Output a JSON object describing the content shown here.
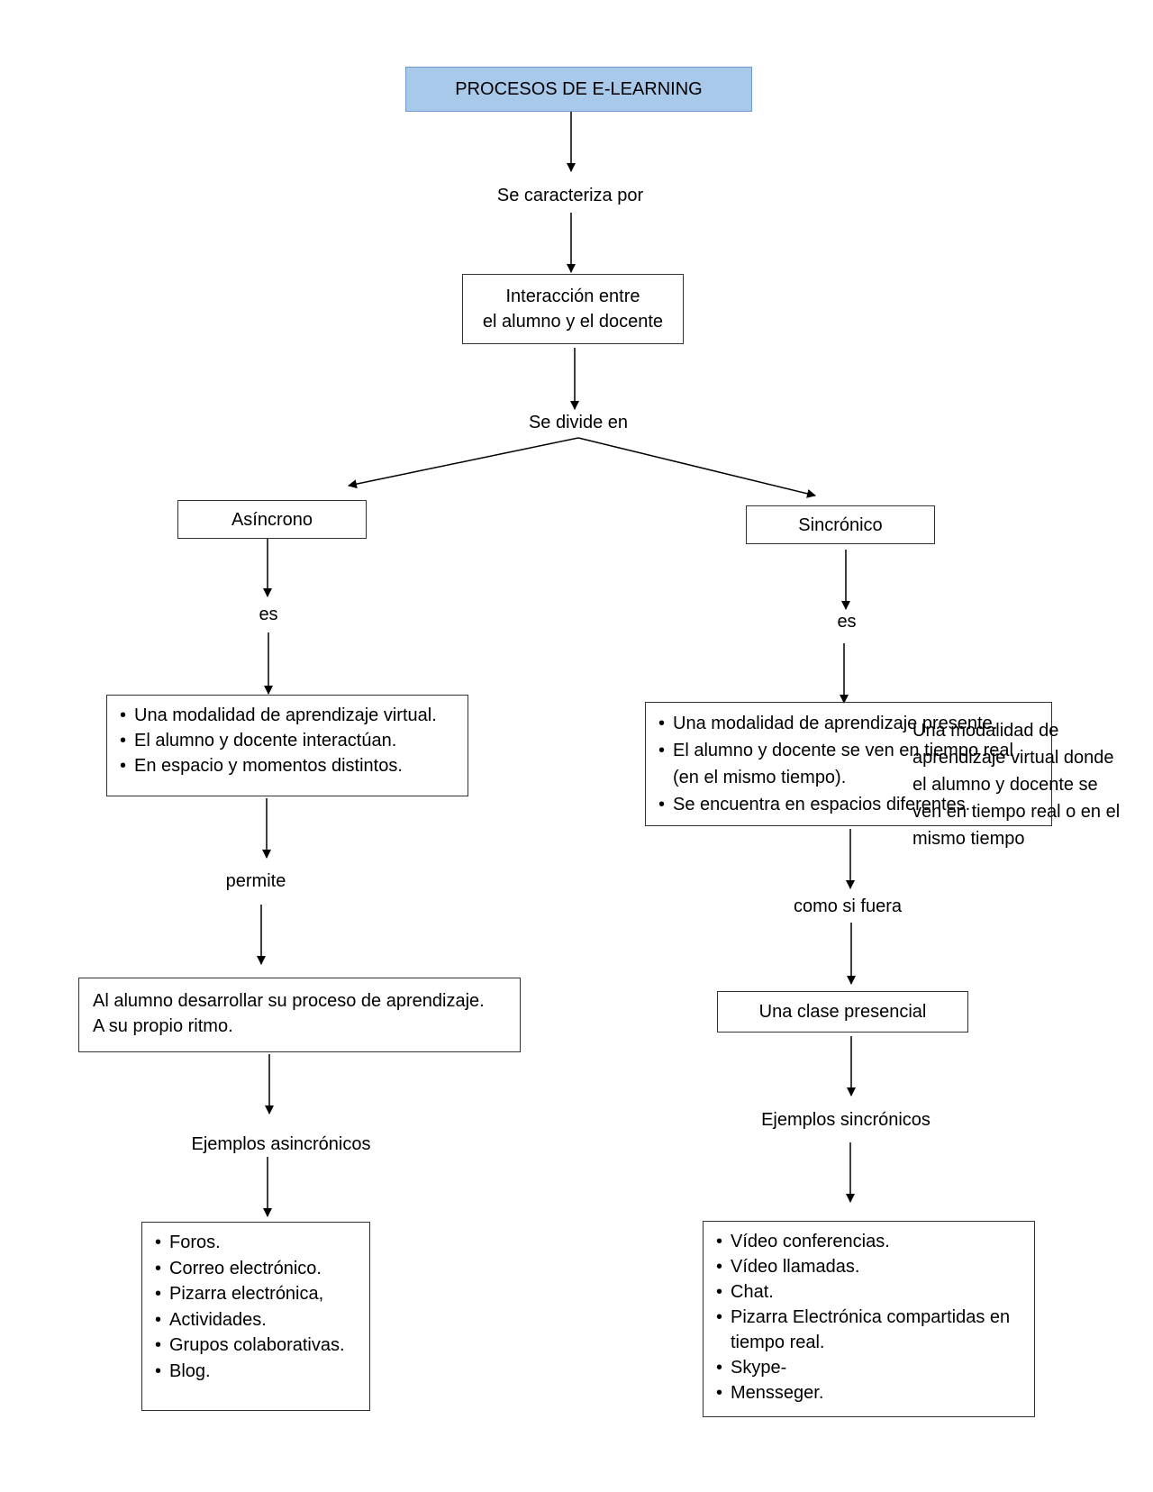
{
  "title": "PROCESOS DE E-LEARNING",
  "connectors": {
    "caracteriza": "Se caracteriza por",
    "divide": "Se divide en",
    "es_left": "es",
    "es_right": "es",
    "permite": "permite",
    "como_si_fuera": "como si fuera",
    "ejemplos_asinc": "Ejemplos asincrónicos",
    "ejemplos_sinc": "Ejemplos sincrónicos"
  },
  "interaccion": [
    "Interacción entre",
    "el alumno y el docente"
  ],
  "asincrono": {
    "label": "Asíncrono",
    "description": [
      "Una modalidad de aprendizaje virtual.",
      "El alumno y docente interactúan.",
      "En espacio y momentos distintos."
    ],
    "permite_text": [
      "Al alumno desarrollar su proceso de aprendizaje.",
      "A su propio ritmo."
    ],
    "examples": [
      "Foros.",
      "Correo electrónico.",
      "Pizarra electrónica,",
      "Actividades.",
      "Grupos colaborativas.",
      "Blog."
    ]
  },
  "sincronico": {
    "label": "Sincrónico",
    "description": [
      "Una modalidad de aprendizaje presente.",
      "El alumno y docente se ven en tiempo real (en el mismo tiempo).",
      "Se encuentra en espacios diferentes."
    ],
    "overlay_text": [
      "Una modalidad de",
      "aprendizaje virtual donde",
      "el alumno y docente se",
      "ven en tiempo real o en el",
      "mismo tiempo"
    ],
    "clase": "Una clase presencial",
    "examples": [
      "Vídeo conferencias.",
      "Vídeo llamadas.",
      "Chat.",
      "Pizarra Electrónica compartidas en tiempo real.",
      "Skype-",
      "Mensseger."
    ]
  }
}
